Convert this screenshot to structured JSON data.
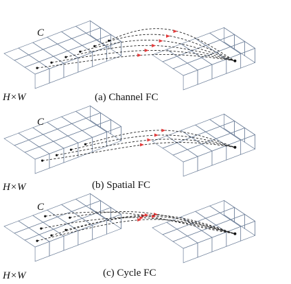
{
  "colors": {
    "block": "#c6d6f3",
    "block_top": "#cfdcf6",
    "block_side": "#a9bde2",
    "highlight": "#f7d7b4",
    "highlight_top": "#fbe3c8",
    "highlight_side": "#e8bc92",
    "grid": "#6d7f99",
    "arrow": "#e23b3b",
    "line": "#222222"
  },
  "panels": [
    {
      "id": "a",
      "caption": "(a) Channel FC",
      "channel_label": "C",
      "spatial_label": "H×W",
      "mode": "channel"
    },
    {
      "id": "b",
      "caption": "(b) Spatial FC",
      "channel_label": "C",
      "spatial_label": "H×W",
      "mode": "spatial"
    },
    {
      "id": "c",
      "caption": "(c) Cycle FC",
      "channel_label": "C",
      "spatial_label": "H×W",
      "mode": "cycle"
    }
  ]
}
